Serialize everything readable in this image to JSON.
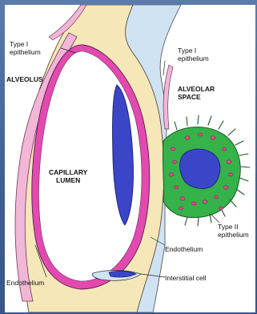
{
  "labels": {
    "type1_left": "Type I\nepithelium",
    "alveolus": "ALVEOLUS",
    "type1_right": "Type I\nepithelium",
    "alveolar_space": "ALVEOLAR\nSPACE",
    "capillary_lumen": "CAPILLARY\nLUMEN",
    "type2": "Type II\nepithelium",
    "endothelium_right": "Endothelium",
    "endothelium_left": "Endothelium",
    "interstitial_cell": "Interstitial cell"
  },
  "colors": {
    "background": "#4a6a9a",
    "panel": "#ffffff",
    "interstitium": "#f6e7b8",
    "epithelium_pink": "#f2b6d6",
    "endothelium_magenta": "#e24ab0",
    "nucleus_blue": "#3b45c8",
    "type2_green": "#36b24a",
    "granule": "#e14a8c",
    "space_blue": "#cfe3f3"
  }
}
